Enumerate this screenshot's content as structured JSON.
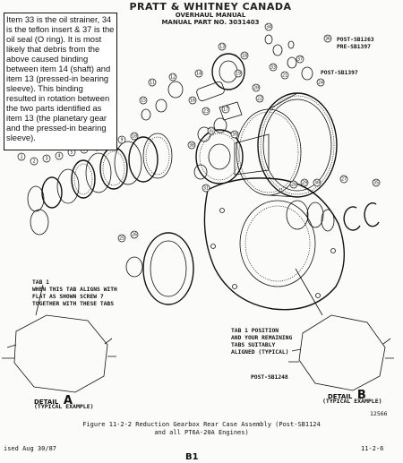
{
  "header": {
    "line1": "PRATT & WHITNEY CANADA",
    "line2": "OVERHAUL MANUAL",
    "line3": "MANUAL PART NO. 3031403"
  },
  "note": {
    "text": "Item 33 is the oil strainer, 34 is the teflon insert & 37 is the oil seal (O ring). It is most likely that debris from the above caused binding between item 14 (shaft) and item 13 (pressed-in bearing sleeve). This binding resulted in rotation between the two parts identified as item 13 (the planetary gear and the pressed-in bearing sleeve)."
  },
  "labels": {
    "post_sb1263": "POST-SB1263",
    "pre_sb1397": "PRE-SB1397",
    "post_sb1397": "POST-SB1397",
    "post_sb1248": "POST-SB1248",
    "tab1_note": "TAB 1\nWHEN THIS TAB ALIGNS WITH\nFLAT AS SHOWN SCREW 7\nTOGETHER WITH THESE TABS",
    "tab1_position": "TAB 1 POSITION\nAND YOUR REMAINING\nTABS SUITABLY\nALIGNED (TYPICAL)"
  },
  "details": [
    {
      "prefix": "DETAIL",
      "letter": "A",
      "sub": "(TYPICAL EXAMPLE)"
    },
    {
      "prefix": "DETAIL",
      "letter": "B",
      "sub": "(TYPICAL EXAMPLE)"
    }
  ],
  "callouts": [
    "1",
    "2",
    "3",
    "4",
    "5",
    "6",
    "7",
    "8",
    "9",
    "10",
    "11",
    "12",
    "13",
    "14",
    "15",
    "16",
    "17",
    "18",
    "19",
    "20",
    "21",
    "22",
    "23",
    "24",
    "25",
    "26",
    "27",
    "28",
    "29",
    "30",
    "31",
    "32",
    "33",
    "34",
    "35",
    "36",
    "37",
    "38",
    "39"
  ],
  "figure": {
    "code": "12566",
    "caption_line1": "Figure 11-2-2 Reduction Gearbox Rear Case Assembly (Post-SB1124",
    "caption_line2": "and all PT6A-20A Engines)"
  },
  "footer": {
    "left": "ised Aug 30/87",
    "right": "11-2-6",
    "page": "B1"
  }
}
